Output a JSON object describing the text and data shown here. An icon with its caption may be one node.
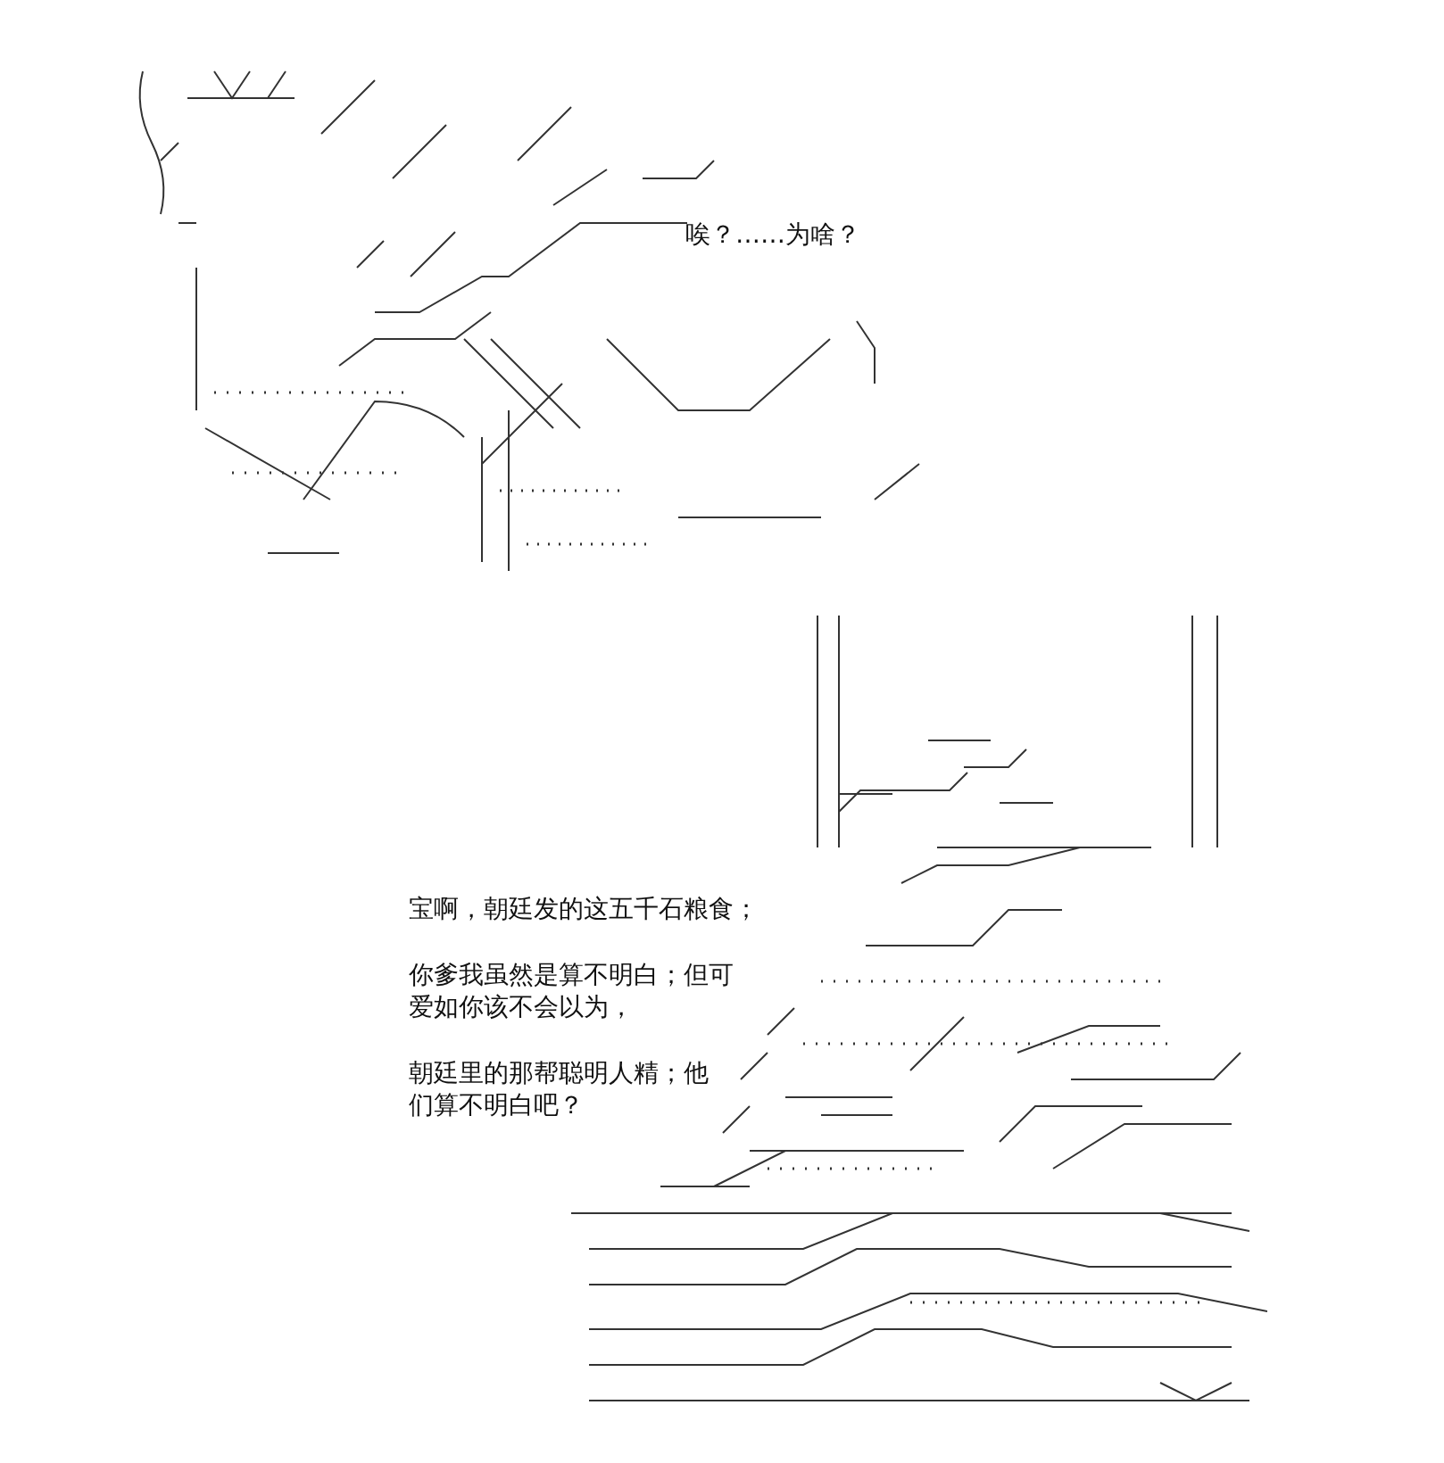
{
  "diagram": {
    "labels": [
      "唉？……为啥？",
      "宝啊，朝廷发的这五千石粮食；",
      "你爹我虽然是算不明白；但可爱如你该不会以为，",
      "朝廷里的那帮聪明人精；他们算不明白吧？"
    ]
  }
}
